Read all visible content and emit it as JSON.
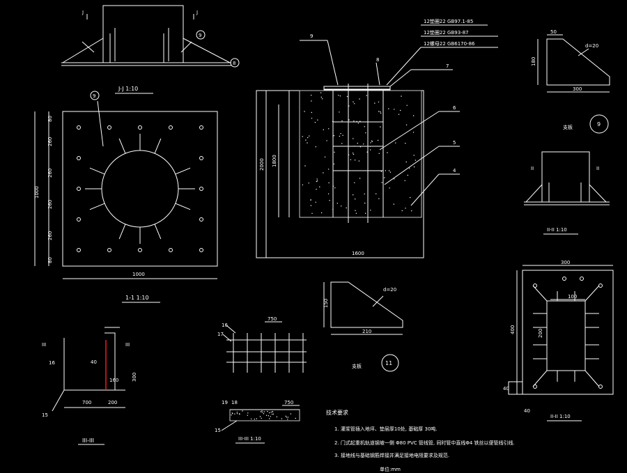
{
  "colors": {
    "background": "#000000",
    "line": "#ffffff",
    "accent": "#ff2020",
    "concrete": "#bdbdbd"
  },
  "top_left": {
    "section_mark": "J",
    "bubble_9": "9",
    "bubble_8": "8",
    "caption": "J-J 1:10"
  },
  "base_plate": {
    "bubble_9": "9",
    "dims_v": [
      "80",
      "260",
      "260",
      "260",
      "260",
      "80"
    ],
    "overall_v": "1000",
    "overall_h": "1000",
    "caption": "1-1 1:10"
  },
  "center_section": {
    "spec_lines": [
      "12垫圈22  GB97.1-85",
      "12垫圈22  GB93-87",
      "12螺母22  GB6170-86"
    ],
    "labels": [
      "9",
      "8",
      "7",
      "6",
      "5",
      "4"
    ],
    "dim_2000": "2000",
    "dim_1800": "1800",
    "dim_1600": "1600"
  },
  "stiffener_top_right": {
    "dim_50": "50",
    "dim_180": "180",
    "dim_300": "300",
    "thickness": "d=20",
    "caption": "支板",
    "bubble": "9"
  },
  "right_mid": {
    "section_mark": "II",
    "caption": "II-II 1:10"
  },
  "right_plate": {
    "dim_300": "300",
    "dim_100": "100",
    "dim_200": "200",
    "dim_400": "400",
    "dim_40a": "40",
    "dim_40b": "40",
    "caption": "II-II 1:10"
  },
  "stiffener_mid": {
    "dim_150": "150",
    "dim_210": "210",
    "thickness": "d=20",
    "caption": "支板",
    "bubble": "11"
  },
  "mesh": {
    "label_16": "16",
    "label_17": "17",
    "dim_750": "750"
  },
  "strip_section": {
    "label_18": "18",
    "label_19": "19",
    "label_15": "15",
    "dim_750": "750",
    "caption": "III-III 1:10"
  },
  "left_bottom": {
    "section_mark": "III",
    "labels": [
      "16",
      "15"
    ],
    "dims": [
      "40",
      "160",
      "700",
      "200",
      "300"
    ],
    "caption": "III-III"
  },
  "notes": {
    "title": "技术要求",
    "items": [
      "1. 灌浆管插入地坪、垫层厚10处, 基础厚 30吨.",
      "2. 门式起重机轨道钢坡一侧            Φ80 PVC 管线管, 同时管中直线Φ4 铁丝以便管线引线.",
      "3. 接地线与基础钢筋焊接并满足接地电阻要求及规范."
    ],
    "unit": "单位:mm"
  }
}
